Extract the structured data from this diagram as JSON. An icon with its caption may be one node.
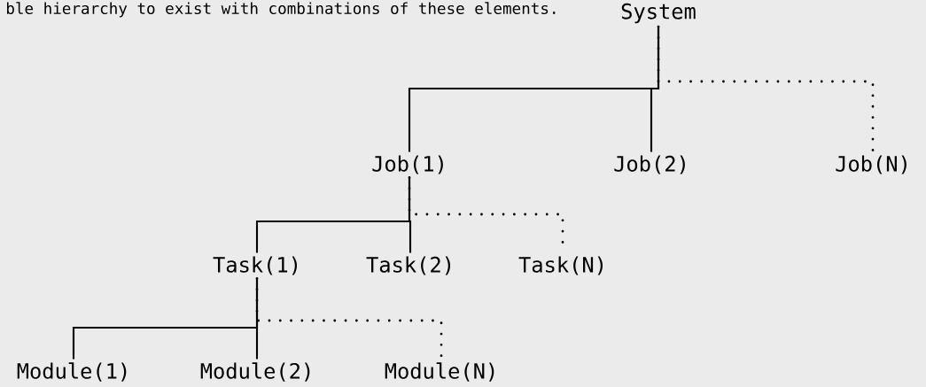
{
  "diagram": {
    "nodes": [
      {
        "text": [
          "System"
        ]
      },
      {
        "text": [
          "Job(1)"
        ]
      },
      {
        "text": [
          "Job(2)"
        ]
      },
      {
        "text": [
          "Job(N)"
        ]
      },
      {
        "text": [
          "Task(1)"
        ]
      },
      {
        "text": [
          "Task(2)"
        ]
      },
      {
        "text": [
          "Task(N)"
        ]
      },
      {
        "text": [
          "Module(1)"
        ]
      },
      {
        "text": [
          "Module(2)"
        ]
      },
      {
        "text": [
          "Module(N)"
        ]
      }
    ],
    "edges": [
      {
        "from": 0,
        "to": 1,
        "arrow": "none"
      },
      {
        "from": 0,
        "to": 2,
        "arrow": "none"
      },
      {
        "from": 0,
        "to": 3,
        "arrow": "none",
        "style": "dashed"
      },
      {
        "from": 1,
        "to": 4,
        "arrow": "none"
      },
      {
        "from": 1,
        "to": 5,
        "arrow": "none"
      },
      {
        "from": 1,
        "to": 6,
        "arrow": "none",
        "style": "dashed"
      },
      {
        "from": 4,
        "to": 7,
        "arrow": "none"
      },
      {
        "from": 4,
        "to": 8,
        "arrow": "none"
      },
      {
        "from": 4,
        "to": 9,
        "arrow": "none",
        "style": "dashed"
      }
    ],
    "labels": [
      "ble hierarchy to exist with combinations of these elements."
    ]
  }
}
